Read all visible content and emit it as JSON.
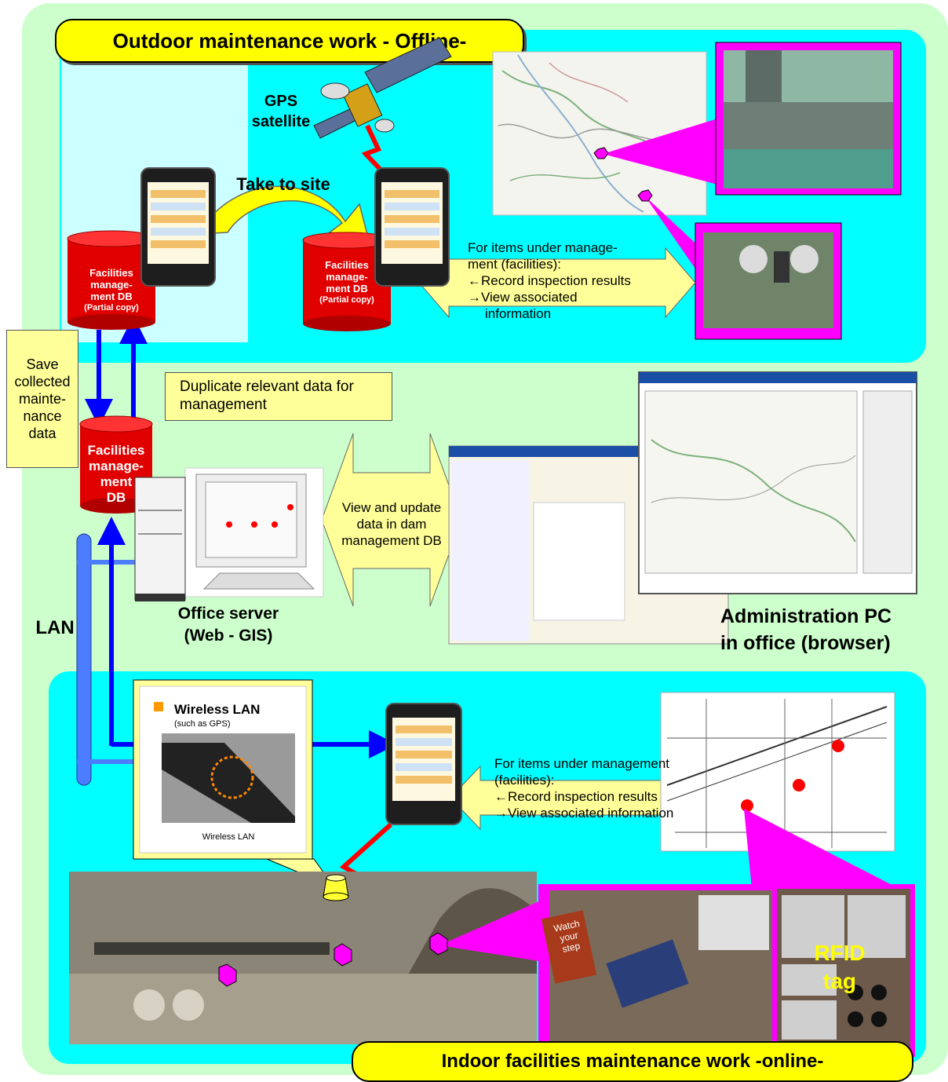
{
  "outdoor_banner": "Outdoor maintenance work - Offline-",
  "indoor_banner": "Indoor facilities maintenance work -online-",
  "gps_label": [
    "GPS",
    "satellite"
  ],
  "take_to_site": "Take to site",
  "db_partial_left": [
    "Facilities",
    "manage-",
    "ment DB",
    "(Partial copy)"
  ],
  "db_partial_right": [
    "Facilities",
    "manage-",
    "ment DB",
    "(Partial copy)"
  ],
  "db_main": [
    "Facilities",
    "manage-",
    "ment",
    "DB"
  ],
  "outdoor_items_box": {
    "lines": [
      "For items under manage-",
      "ment (facilities):",
      "←Record inspection results",
      "→View associated",
      "information"
    ]
  },
  "save_callout": [
    "Save",
    "collected",
    "mainte-",
    "nance",
    "data"
  ],
  "duplicate_callout": [
    "Duplicate relevant data for",
    "management"
  ],
  "view_update_arrow": [
    "View and update",
    "data in dam",
    "management DB"
  ],
  "office_server_label": [
    "Office server",
    "(Web - GIS)"
  ],
  "lan_label": "LAN",
  "admin_pc_label": [
    "Administration PC",
    "in office (browser)"
  ],
  "wireless_box": {
    "title": "Wireless LAN",
    "subtitle": "(such as GPS)",
    "caption": "Wireless LAN"
  },
  "indoor_items_box": {
    "lines": [
      "For items under management",
      "(facilities):",
      "←Record inspection results",
      "→View associated information"
    ]
  },
  "watch_step": [
    "Watch",
    "your",
    "step"
  ],
  "rfid_label": [
    "RFID",
    "tag"
  ],
  "colors": {
    "background": "#ccffcc",
    "panel_cyan": "#00ffff",
    "banner_yellow": "#ffff00",
    "callout_yellow": "#ffff99",
    "db_red": "#e00000",
    "magenta": "#ff00ff",
    "arrow_blue": "#0000ff",
    "lan_blue": "#4d7dff"
  }
}
